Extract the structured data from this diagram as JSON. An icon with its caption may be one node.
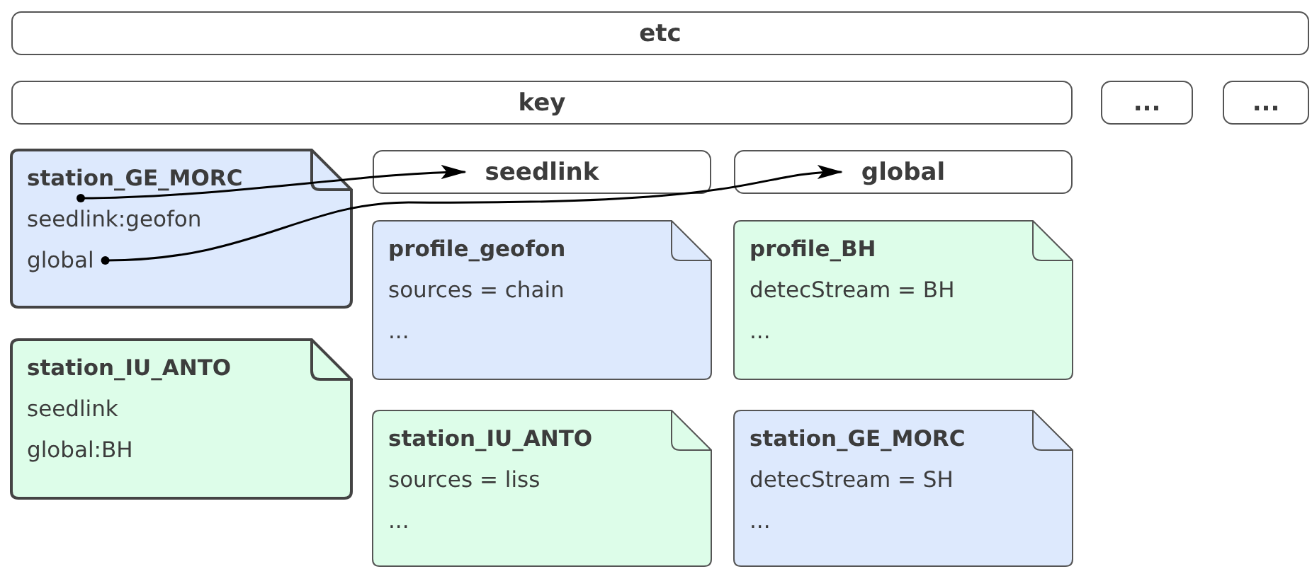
{
  "diagram": {
    "nodes": [
      {
        "text": [
          "etc"
        ]
      },
      {
        "text": [
          "key"
        ]
      },
      {
        "text": [
          "..."
        ]
      },
      {
        "text": [
          "..."
        ]
      },
      {
        "text": [
          "station_GE_MORC",
          "seedlink:geofon",
          "global"
        ]
      },
      {
        "text": [
          "seedlink"
        ]
      },
      {
        "text": [
          "global"
        ]
      },
      {
        "text": [
          "profile_geofon",
          "sources = chain",
          "..."
        ]
      },
      {
        "text": [
          "profile_BH",
          "detecStream = BH",
          "..."
        ]
      },
      {
        "text": [
          "station_IU_ANTO",
          "seedlink",
          "global:BH"
        ]
      },
      {
        "text": [
          "station_IU_ANTO",
          "sources = liss",
          "..."
        ]
      },
      {
        "text": [
          "station_GE_MORC",
          "detecStream = SH",
          "..."
        ]
      }
    ],
    "edges": [
      {
        "from": 4,
        "to": 5,
        "arrow": "to"
      },
      {
        "from": 4,
        "to": 6,
        "arrow": "to"
      }
    ]
  }
}
